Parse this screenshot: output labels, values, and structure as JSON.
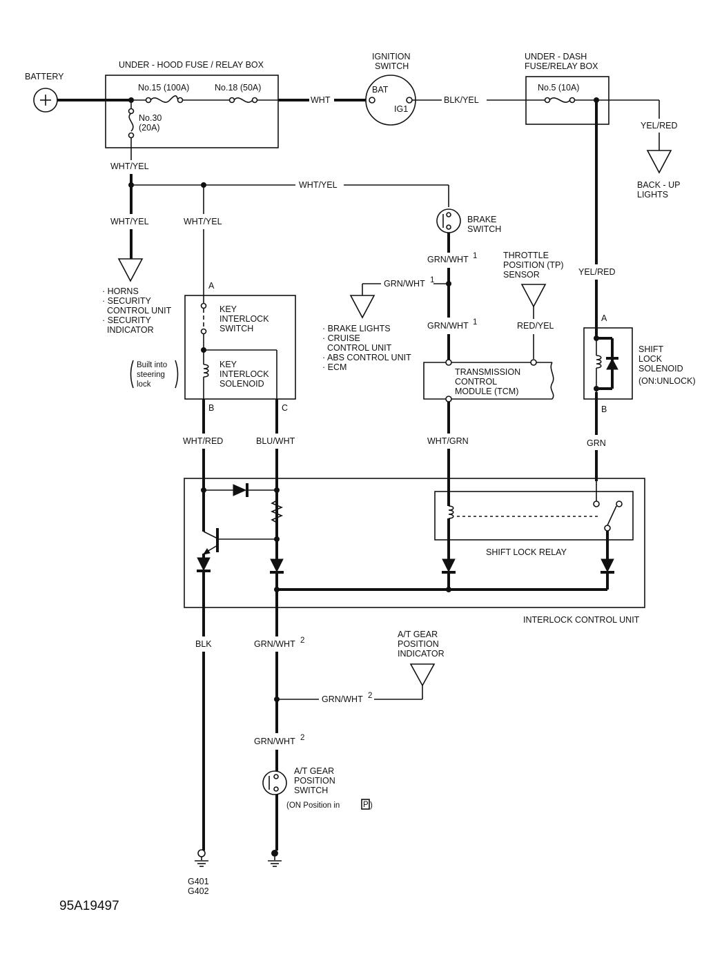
{
  "fuse_boxes": {
    "under_hood": "UNDER - HOOD FUSE / RELAY BOX",
    "under_dash_1": "UNDER - DASH",
    "under_dash_2": "FUSE/RELAY BOX"
  },
  "fuses": {
    "no15": "No.15 (100A)",
    "no18": "No.18 (50A)",
    "no30": "No.30",
    "no30_rating": "(20A)",
    "no5": "No.5 (10A)"
  },
  "battery": "BATTERY",
  "ignition": {
    "title_1": "IGNITION",
    "title_2": "SWITCH",
    "bat": "BAT",
    "ig1": "IG1"
  },
  "wires": {
    "wht": "WHT",
    "blk_yel": "BLK/YEL",
    "yel_red_top": "YEL/RED",
    "yel_red_mid": "YEL/RED",
    "wht_yel_1": "WHT/YEL",
    "wht_yel_2": "WHT/YEL",
    "wht_yel_3": "WHT/YEL",
    "wht_yel_4": "WHT/YEL",
    "grn_wht_1a": "GRN/WHT",
    "grn_wht_1b": "GRN/WHT",
    "grn_wht_1c": "GRN/WHT",
    "sup1": "1",
    "red_yel": "RED/YEL",
    "wht_red": "WHT/RED",
    "blu_wht": "BLU/WHT",
    "wht_grn": "WHT/GRN",
    "grn": "GRN",
    "blk": "BLK",
    "grn_wht_2a": "GRN/WHT",
    "grn_wht_2b": "GRN/WHT",
    "grn_wht_2c": "GRN/WHT",
    "sup2": "2"
  },
  "back_up_lights": [
    "BACK - UP",
    "LIGHTS"
  ],
  "horns_group": [
    "· HORNS",
    "· SECURITY",
    "CONTROL UNIT",
    "· SECURITY",
    "INDICATOR"
  ],
  "brake_switch": [
    "BRAKE",
    "SWITCH"
  ],
  "brake_group": [
    "· BRAKE LIGHTS",
    "· CRUISE",
    "CONTROL UNIT",
    "· ABS CONTROL UNIT",
    "· ECM"
  ],
  "tp_sensor": [
    "THROTTLE",
    "POSITION (TP)",
    "SENSOR"
  ],
  "tcm": [
    "TRANSMISSION",
    "CONTROL",
    "MODULE (TCM)"
  ],
  "key_interlock_switch": [
    "KEY",
    "INTERLOCK",
    "SWITCH"
  ],
  "key_interlock_solenoid": [
    "KEY",
    "INTERLOCK",
    "SOLENOID"
  ],
  "steering_note": [
    "Built into",
    "steering",
    "lock"
  ],
  "terminals": {
    "a1": "A",
    "b1": "B",
    "c1": "C",
    "a2": "A",
    "b2": "B"
  },
  "shift_lock_solenoid": [
    "SHIFT",
    "LOCK",
    "SOLENOID",
    "(ON:UNLOCK)"
  ],
  "shift_lock_relay": "SHIFT LOCK RELAY",
  "interlock_control_unit": "INTERLOCK CONTROL UNIT",
  "at_gear_indicator": [
    "A/T GEAR",
    "POSITION",
    "INDICATOR"
  ],
  "at_gear_switch": [
    "A/T GEAR",
    "POSITION",
    "SWITCH"
  ],
  "at_switch_note": "(ON   Position in",
  "p_symbol": "P",
  "grounds": [
    "G401",
    "G402"
  ],
  "figure_id": "95A19497"
}
